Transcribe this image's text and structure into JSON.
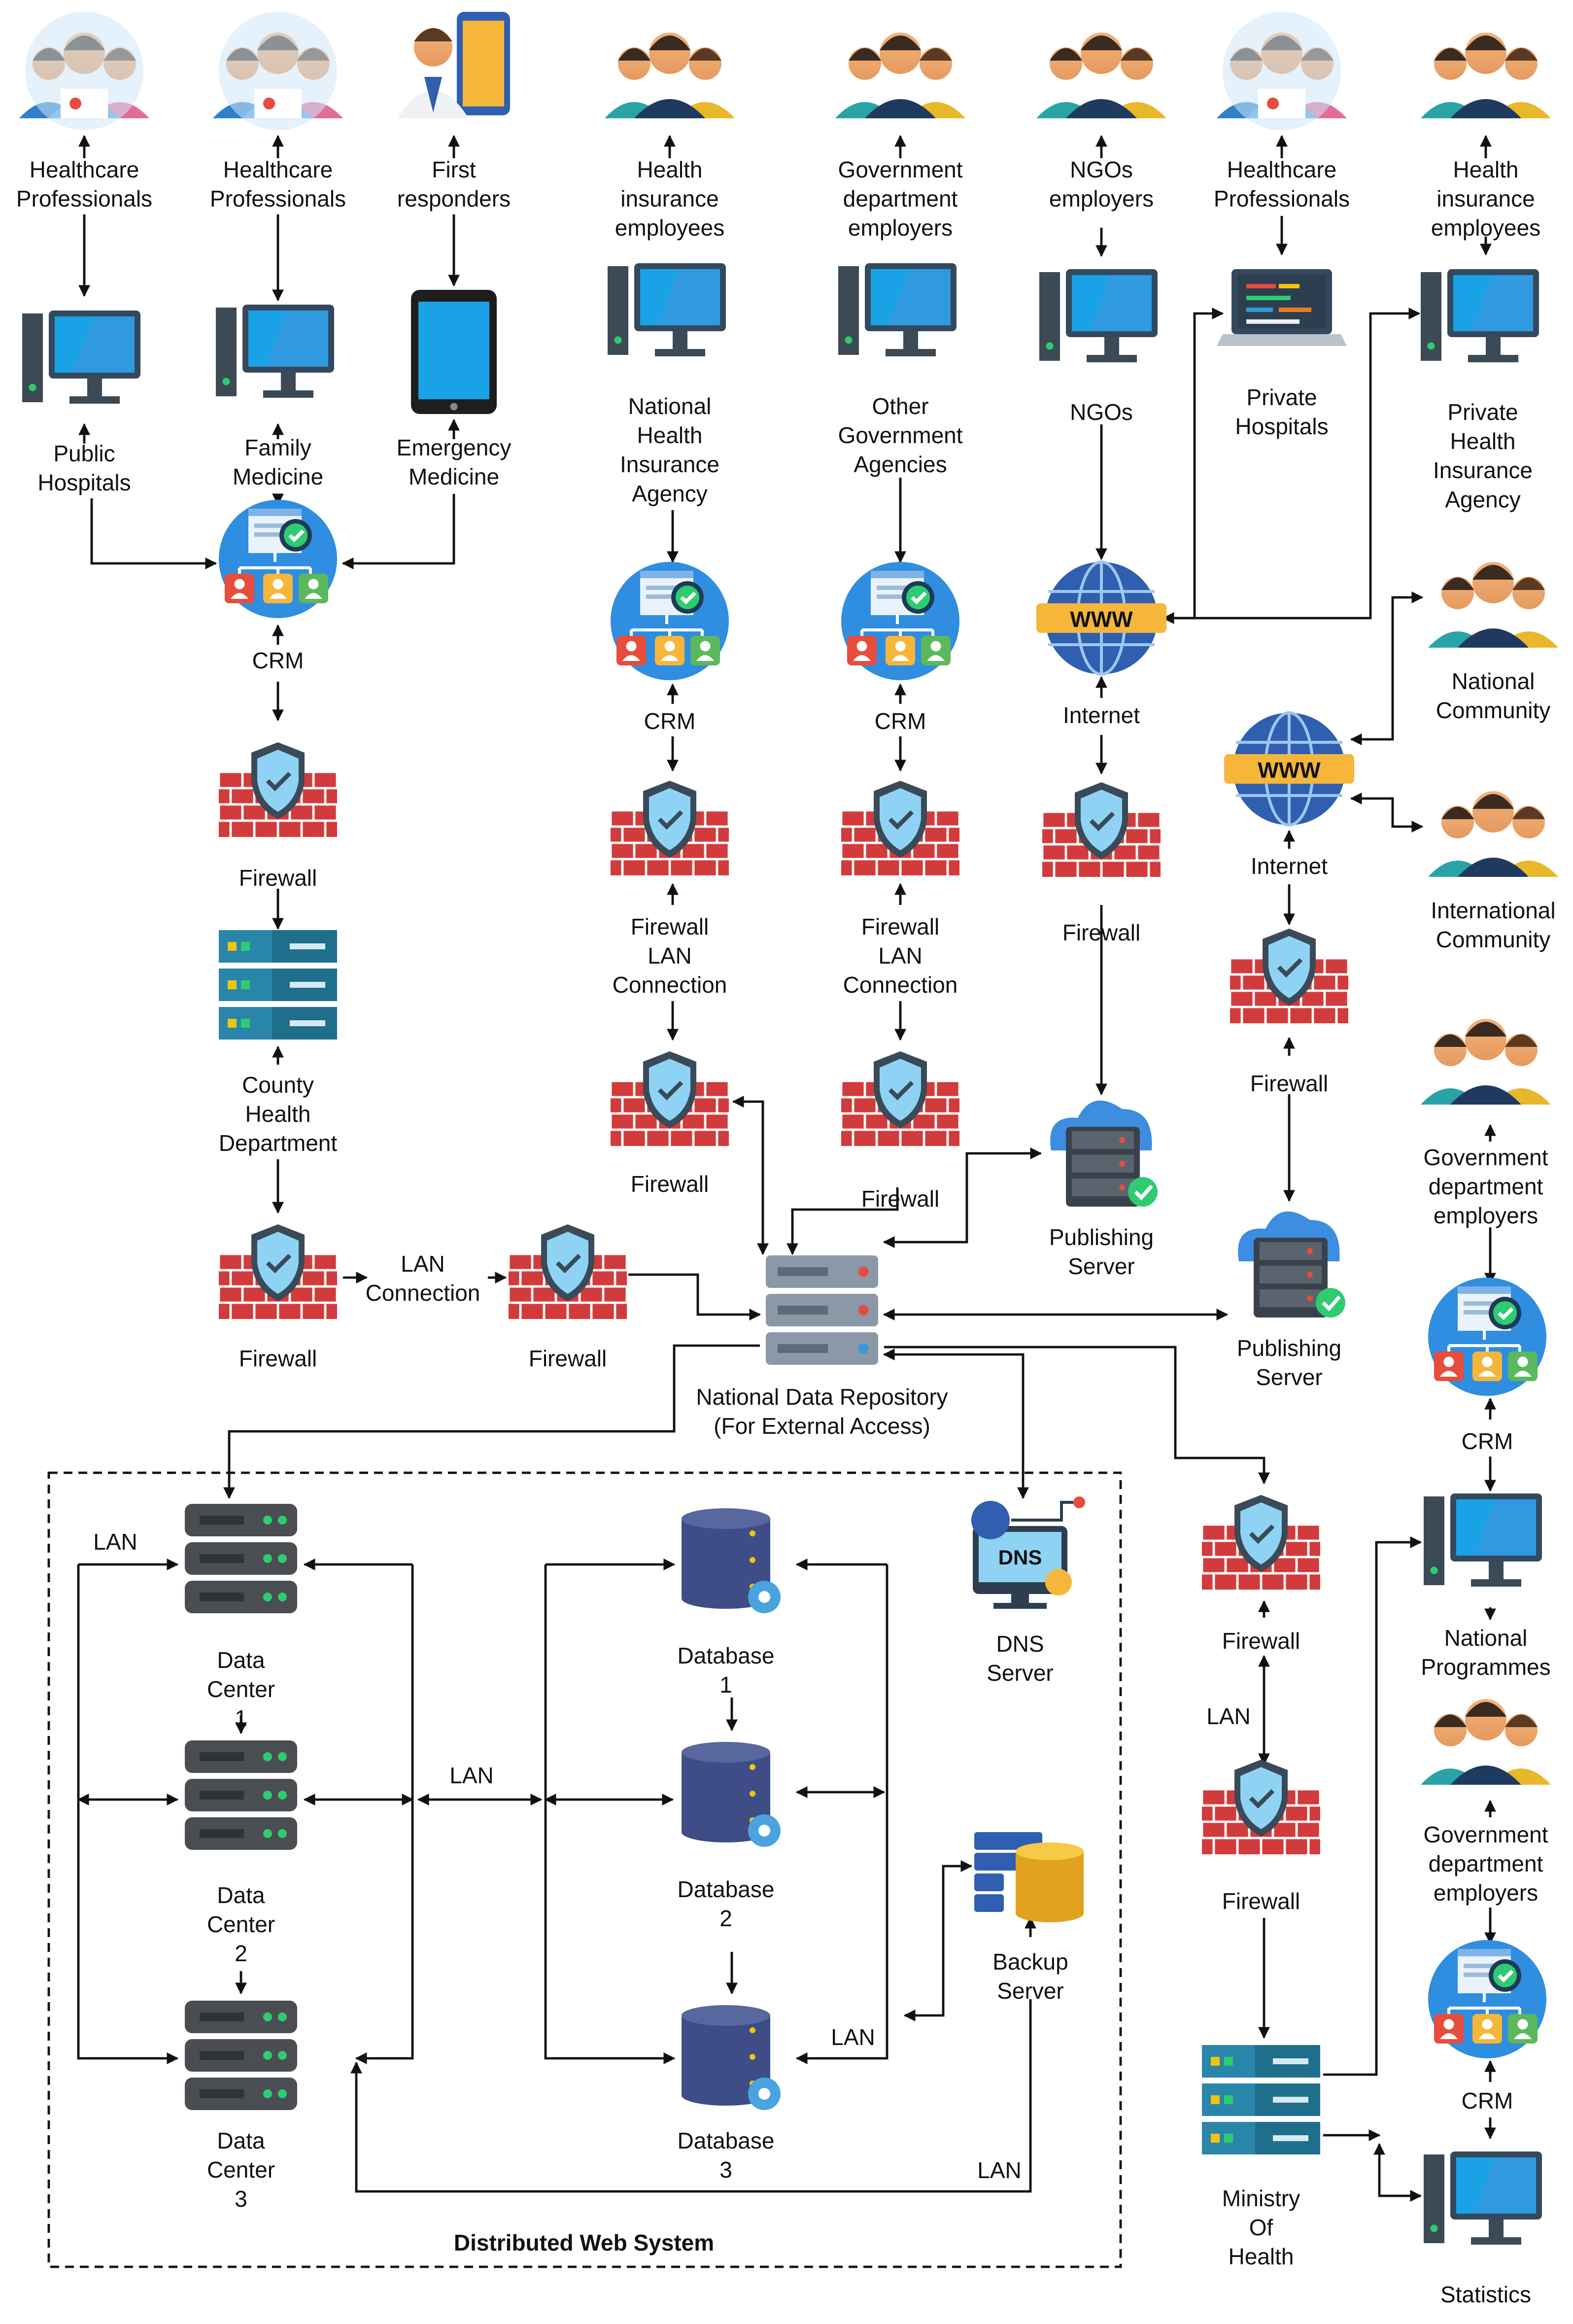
{
  "diagram": {
    "group_title": "Distributed Web System",
    "nodes": {
      "hp1": [
        "Healthcare",
        "Professionals"
      ],
      "hp2": [
        "Healthcare",
        "Professionals"
      ],
      "fr": [
        "First",
        "responders"
      ],
      "hie1": [
        "Health",
        "insurance",
        "employees"
      ],
      "gde1": [
        "Government",
        "department",
        "employers"
      ],
      "ngoe": [
        "NGOs",
        "employers"
      ],
      "hp3": [
        "Healthcare",
        "Professionals"
      ],
      "hie2": [
        "Health",
        "insurance",
        "employees"
      ],
      "pubhosp": [
        "Public",
        "Hospitals"
      ],
      "fammed": [
        "Family",
        "Medicine"
      ],
      "emerg": [
        "Emergency",
        "Medicine"
      ],
      "nhia": [
        "National",
        "Health",
        "Insurance",
        "Agency"
      ],
      "oga": [
        "Other",
        "Government",
        "Agencies"
      ],
      "ngos": [
        "NGOs"
      ],
      "privhosp": [
        "Private",
        "Hospitals"
      ],
      "phia": [
        "Private",
        "Health",
        "Insurance",
        "Agency"
      ],
      "crm1": [
        "CRM"
      ],
      "crm2": [
        "CRM"
      ],
      "crm3": [
        "CRM"
      ],
      "internet1": [
        "Internet"
      ],
      "natcom": [
        "National",
        "Community"
      ],
      "internet2": [
        "Internet"
      ],
      "intcom": [
        "International",
        "Community"
      ],
      "fw1": [
        "Firewall"
      ],
      "fwlan1": [
        "Firewall",
        "LAN",
        "Connection"
      ],
      "fwlan2": [
        "Firewall",
        "LAN",
        "Connection"
      ],
      "fw_ngo": [
        "Firewall"
      ],
      "fw_int2": [
        "Firewall"
      ],
      "chd": [
        "County",
        "Health",
        "Department"
      ],
      "fw_nhia": [
        "Firewall"
      ],
      "fw_oga": [
        "Firewall"
      ],
      "pub1": [
        "Publishing",
        "Server"
      ],
      "pub2": [
        "Publishing",
        "Server"
      ],
      "gde2": [
        "Government",
        "department",
        "employers"
      ],
      "crm4": [
        "CRM"
      ],
      "fw_chd": [
        "Firewall"
      ],
      "fw_lan": [
        "Firewall"
      ],
      "lanconn": [
        "LAN",
        "Connection"
      ],
      "ndr": [
        "National Data Repository",
        "(For External Access)"
      ],
      "dc1": [
        "Data",
        "Center",
        "1"
      ],
      "dc2": [
        "Data",
        "Center",
        "2"
      ],
      "dc3": [
        "Data",
        "Center",
        "3"
      ],
      "db1": [
        "Database",
        "1"
      ],
      "db2": [
        "Database",
        "2"
      ],
      "db3": [
        "Database",
        "3"
      ],
      "dns": [
        "DNS",
        "Server"
      ],
      "backup": [
        "Backup",
        "Server"
      ],
      "fw_moh1": [
        "Firewall"
      ],
      "fw_moh2": [
        "Firewall"
      ],
      "natprog": [
        "National",
        "Programmes"
      ],
      "gde3": [
        "Government",
        "department",
        "employers"
      ],
      "crm5": [
        "CRM"
      ],
      "moh": [
        "Ministry",
        "Of",
        "Health"
      ],
      "stats": [
        "Statistics"
      ]
    },
    "edge_labels": {
      "lan_dc": "LAN",
      "lan_mid": "LAN",
      "lan_db3": "LAN",
      "lan_bottom": "LAN",
      "lan_moh": "LAN"
    }
  }
}
